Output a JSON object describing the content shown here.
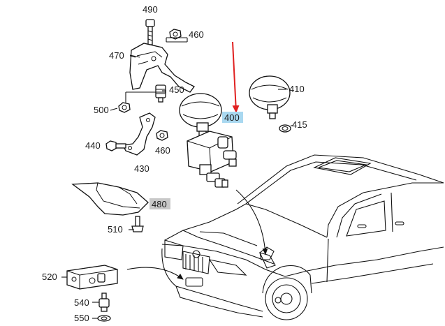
{
  "diagram": {
    "part_numbers": [
      {
        "id": "490",
        "text": "490",
        "highlight": false
      },
      {
        "id": "460a",
        "text": "460",
        "highlight": false
      },
      {
        "id": "470",
        "text": "470",
        "highlight": false
      },
      {
        "id": "450",
        "text": "450",
        "highlight": false
      },
      {
        "id": "500",
        "text": "500",
        "highlight": false
      },
      {
        "id": "440",
        "text": "440",
        "highlight": false
      },
      {
        "id": "460b",
        "text": "460",
        "highlight": false
      },
      {
        "id": "430",
        "text": "430",
        "highlight": false
      },
      {
        "id": "400",
        "text": "400",
        "highlight": true
      },
      {
        "id": "410",
        "text": "410",
        "highlight": false
      },
      {
        "id": "415",
        "text": "415",
        "highlight": false
      },
      {
        "id": "480",
        "text": "480",
        "highlight": true
      },
      {
        "id": "510",
        "text": "510",
        "highlight": false
      },
      {
        "id": "520",
        "text": "520",
        "highlight": false
      },
      {
        "id": "540",
        "text": "540",
        "highlight": false
      },
      {
        "id": "550",
        "text": "550",
        "highlight": false
      }
    ],
    "colors": {
      "highlight_400": "#a9d8f0",
      "highlight_480": "#c8c8c8",
      "pointer_arrow": "#e02020",
      "line": "#111111"
    }
  }
}
